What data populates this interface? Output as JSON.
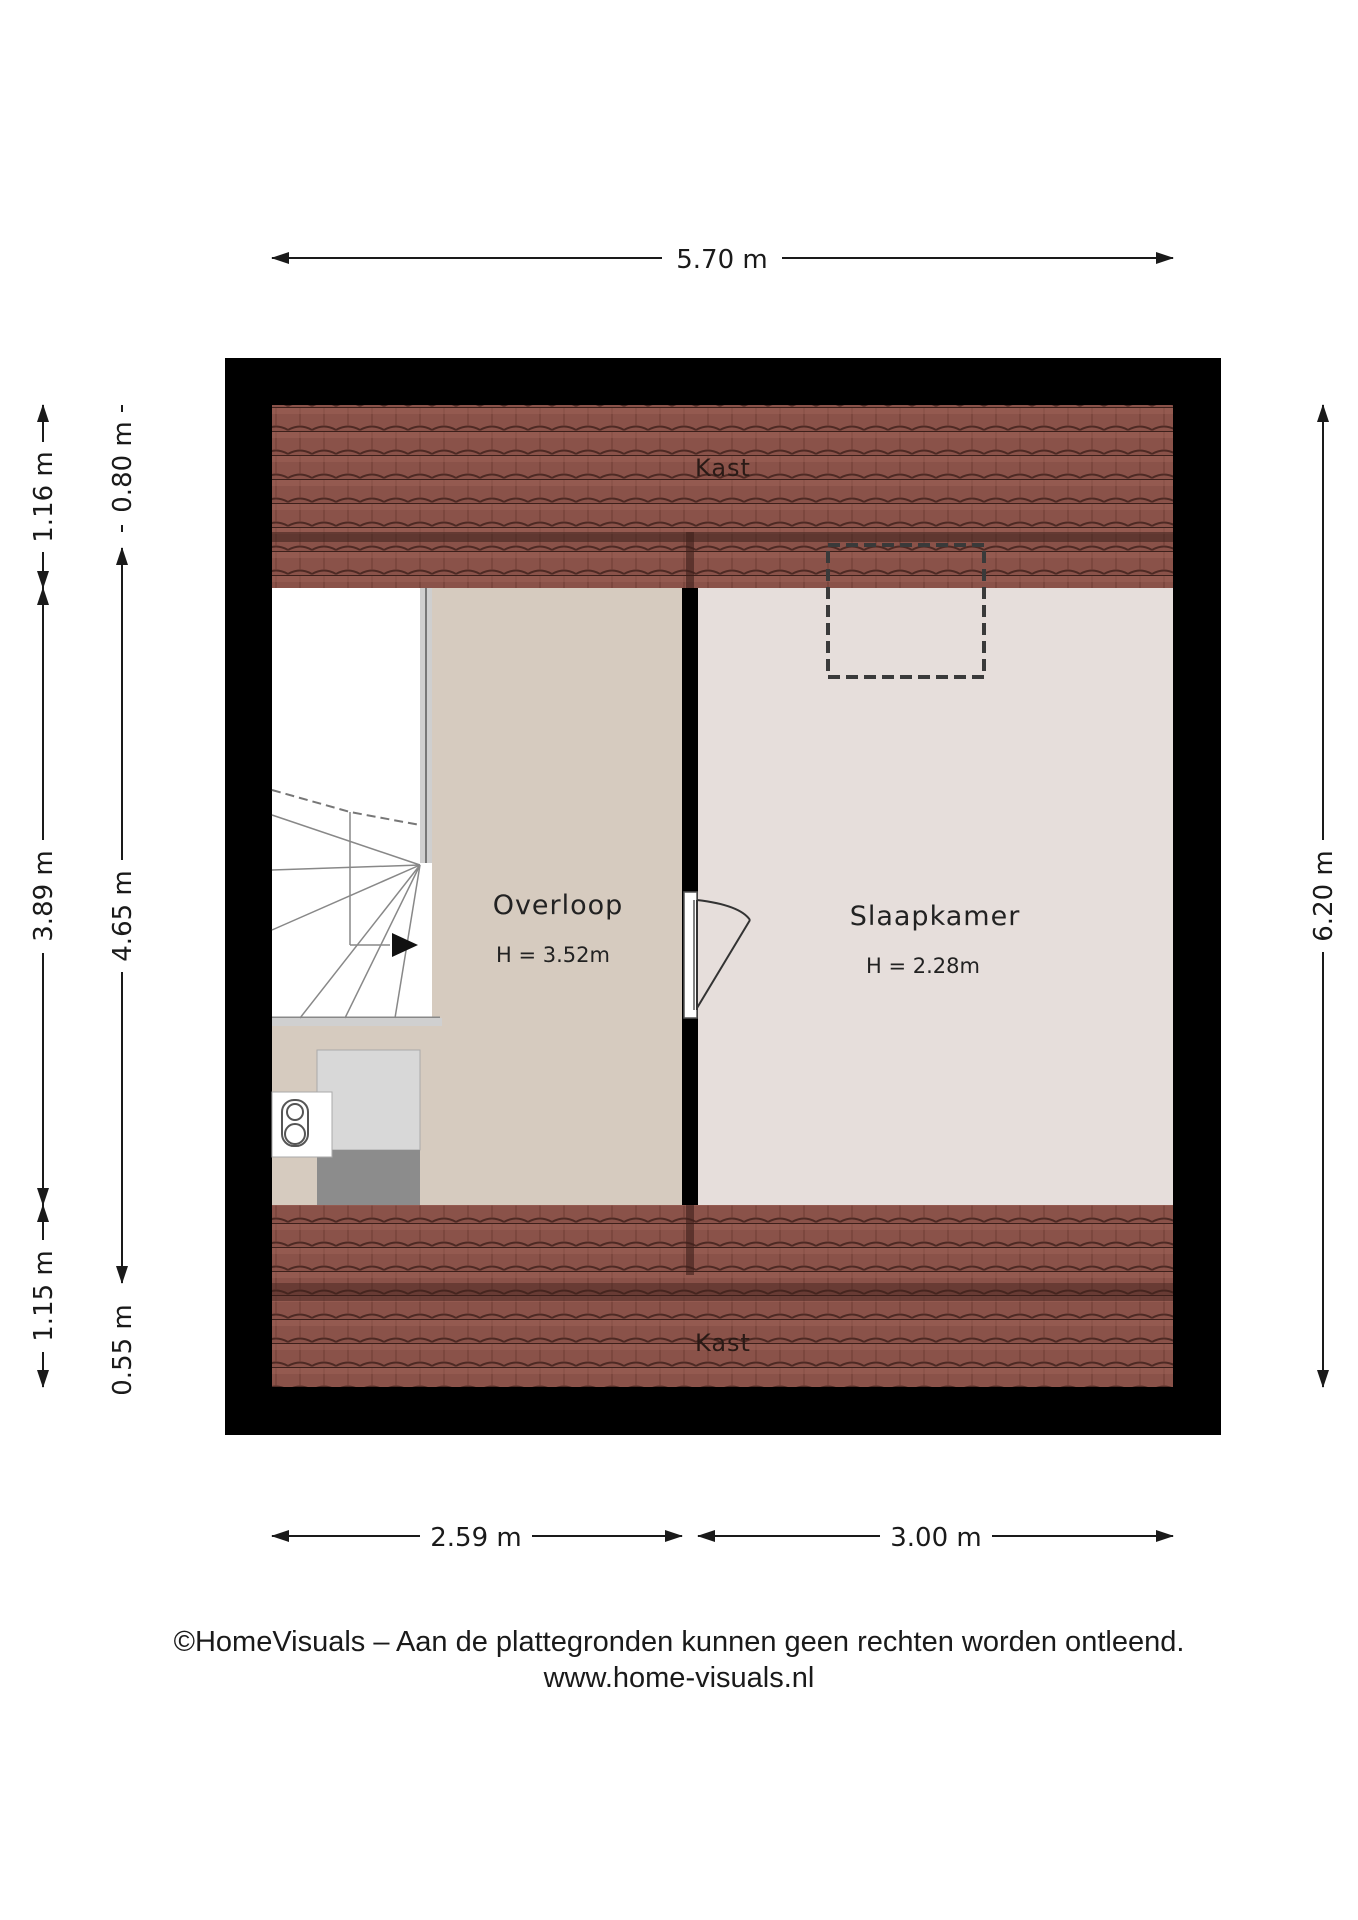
{
  "dimensions": {
    "top_width": "5.70 m",
    "bottom_left": "2.59 m",
    "bottom_right": "3.00 m",
    "left_outer_top": "1.16 m",
    "left_outer_mid": "3.89 m",
    "left_outer_bottom": "1.15 m",
    "left_inner_top": "0.80 m",
    "left_inner_mid": "4.65 m",
    "left_inner_bottom": "0.55 m",
    "right_height": "6.20 m"
  },
  "rooms": {
    "kast_top": "Kast",
    "kast_bottom": "Kast",
    "overloop": {
      "name": "Overloop",
      "height": "H = 3.52m"
    },
    "slaapkamer": {
      "name": "Slaapkamer",
      "height": "H = 2.28m"
    }
  },
  "footer": {
    "copyright": "©HomeVisuals – Aan de plattegronden kunnen geen rechten worden ontleend.",
    "website": "www.home-visuals.nl"
  },
  "colors": {
    "wall": "#000000",
    "roof_tile": "#8a5249",
    "overloop_floor": "#d6cbbf",
    "slaapkamer_floor": "#e6dedb"
  }
}
